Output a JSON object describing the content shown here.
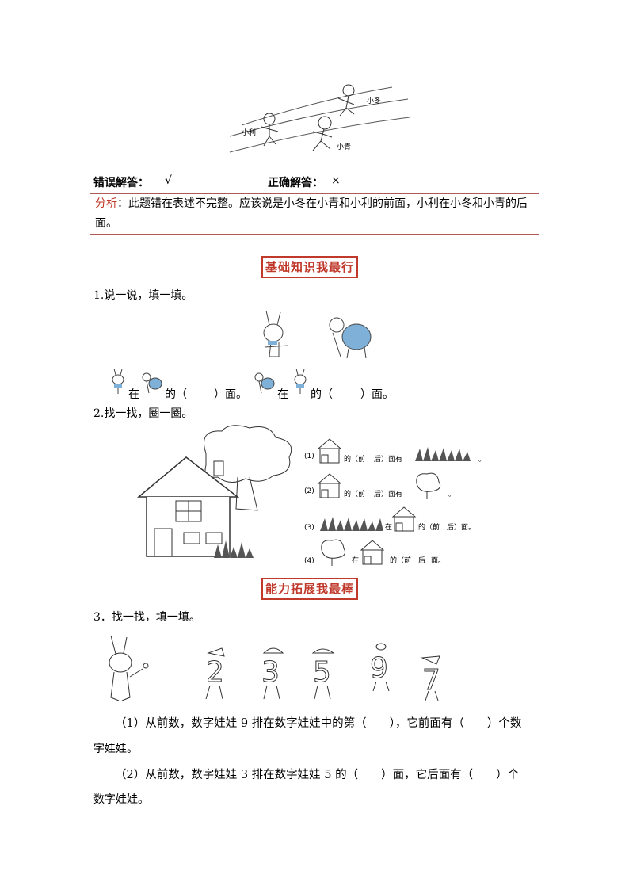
{
  "top_scene": {
    "label_dong": "小冬",
    "label_li": "小利",
    "label_qing": "小青"
  },
  "answers": {
    "wrong_label": "错误解答：",
    "wrong_mark": "√",
    "right_label": "正确解答：",
    "right_mark": "×"
  },
  "analysis": {
    "label": "分析",
    "text": "：此题错在表述不完整。应该说是小冬在小青和小利的前面，小利在小冬和小青的后面。"
  },
  "section1": {
    "title": "基础知识我最行"
  },
  "q1": {
    "prompt": "1.说一说，填一填。",
    "fill": [
      "在",
      "的（",
      "）面。",
      "在",
      "的（",
      "）面。"
    ]
  },
  "q2": {
    "prompt": "2.找一找，圈一圈。",
    "items": [
      {
        "num": "(1)",
        "text_a": "的（前",
        "text_b": "后）面有",
        "end": "。"
      },
      {
        "num": "(2)",
        "text_a": "的（前",
        "text_b": "后）面有",
        "end": "。"
      },
      {
        "num": "(3)",
        "text_a": "在",
        "text_b": "的（前",
        "text_c": "后）面。"
      },
      {
        "num": "(4)",
        "text_a": "在",
        "text_b": "的（前",
        "text_c": "后",
        "end": "面。"
      }
    ]
  },
  "section2": {
    "title": "能力拓展我最棒"
  },
  "q3": {
    "prompt": "3．找一找，填一填。",
    "dolls": [
      "2",
      "3",
      "5",
      "9",
      "7"
    ],
    "sub1_line1": "（1）从前数，数字娃娃 9 排在数字娃娃中的第（　　），它前面有（　　）个数",
    "sub1_line2": "字娃娃。",
    "sub2_line1": "（2）从前数，数字娃娃 3 排在数字娃娃 5 的（　　）面，它后面有（　　）个",
    "sub2_line2": "数字娃娃。"
  }
}
